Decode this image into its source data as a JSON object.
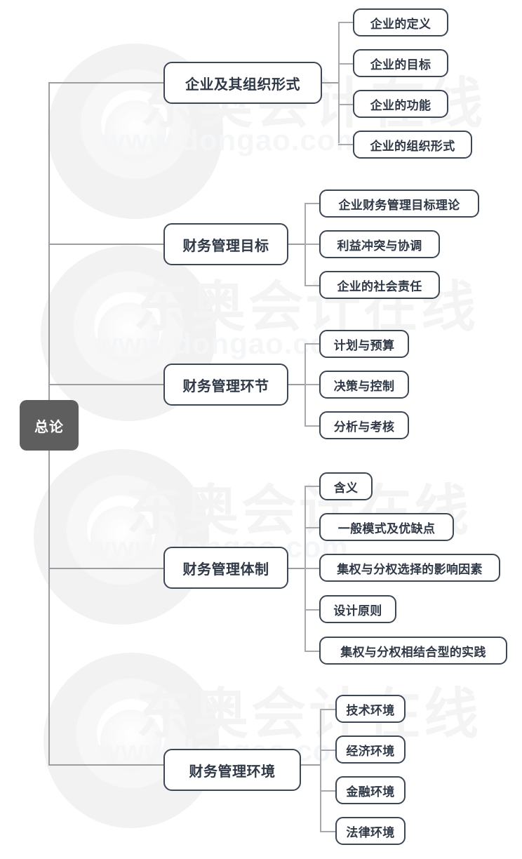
{
  "diagram": {
    "type": "mind-map",
    "orientation": "left-to-right",
    "root": {
      "label": "总论",
      "fill": "#5e5e5e",
      "text_color": "#ffffff"
    },
    "node_style": {
      "border_color": "#3c4654",
      "text_color": "#2f3846",
      "connector_color": "#9a9da1",
      "background": "#ffffff"
    },
    "branches": [
      {
        "label": "企业及其组织形式",
        "children": [
          {
            "label": "企业的定义"
          },
          {
            "label": "企业的目标"
          },
          {
            "label": "企业的功能"
          },
          {
            "label": "企业的组织形式"
          }
        ]
      },
      {
        "label": "财务管理目标",
        "children": [
          {
            "label": "企业财务管理目标理论"
          },
          {
            "label": "利益冲突与协调"
          },
          {
            "label": "企业的社会责任"
          }
        ]
      },
      {
        "label": "财务管理环节",
        "children": [
          {
            "label": "计划与预算"
          },
          {
            "label": "决策与控制"
          },
          {
            "label": "分析与考核"
          }
        ]
      },
      {
        "label": "财务管理体制",
        "children": [
          {
            "label": "含义"
          },
          {
            "label": "一般模式及优缺点"
          },
          {
            "label": "集权与分权选择的影响因素"
          },
          {
            "label": "设计原则"
          },
          {
            "label": "集权与分权相结合型的实践"
          }
        ]
      },
      {
        "label": "财务管理环境",
        "children": [
          {
            "label": "技术环境"
          },
          {
            "label": "经济环境"
          },
          {
            "label": "金融环境"
          },
          {
            "label": "法律环境"
          }
        ]
      }
    ]
  },
  "watermark": {
    "brand_cn": "东奥会计在线",
    "site_url": "www.dongao.com",
    "color": "#f4f4f4"
  }
}
